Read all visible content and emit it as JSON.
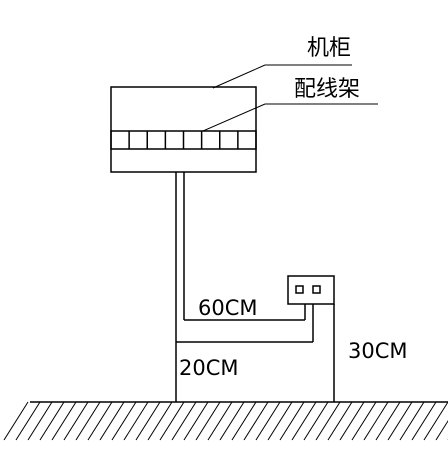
{
  "labels": {
    "cabinet": "机柜",
    "patch_panel": "配线架",
    "dim_60cm": "60CM",
    "dim_20cm": "20CM",
    "dim_30cm": "30CM"
  },
  "colors": {
    "line": "#000000",
    "background": "#ffffff"
  },
  "patch_panel_ports": 8,
  "outlet_ports": 2
}
